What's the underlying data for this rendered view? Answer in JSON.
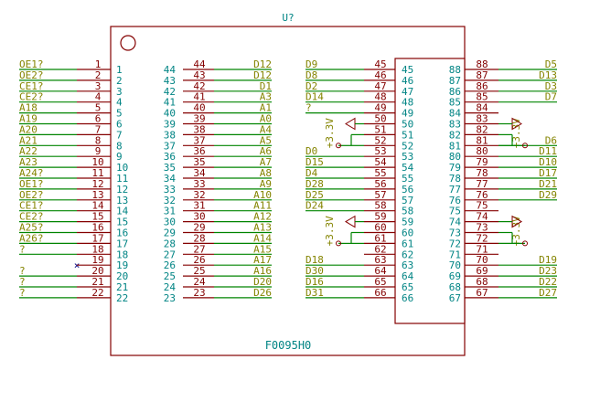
{
  "colors": {
    "wire": "#008400",
    "pin": "#840000",
    "net_label": "#848400",
    "pin_name": "#008484"
  },
  "header": {
    "ref": "U?",
    "value": "F0095H0"
  },
  "power_label": "+3.3V",
  "no_connect_symbol": "×",
  "groups": [
    {
      "nets": [
        "OE1?",
        "OE2?",
        "CE1?",
        "CE2?",
        "A18",
        "A19",
        "A20",
        "A21",
        "A22",
        "A23",
        "A24?",
        "OE1?",
        "OE2?",
        "CE1?",
        "CE2?",
        "A25?",
        "A26?",
        "?",
        "",
        "?",
        "?",
        "?"
      ],
      "pins": [
        "1",
        "2",
        "3",
        "4",
        "5",
        "6",
        "7",
        "8",
        "9",
        "10",
        "11",
        "12",
        "13",
        "14",
        "15",
        "16",
        "17",
        "18",
        "19",
        "20",
        "21",
        "22"
      ],
      "names": [
        "1",
        "2",
        "3",
        "4",
        "5",
        "6",
        "7",
        "8",
        "9",
        "10",
        "11",
        "12",
        "13",
        "14",
        "15",
        "16",
        "17",
        "18",
        "19",
        "20",
        "21",
        "22"
      ]
    },
    {
      "nets": [
        "D12",
        "D1",
        "A3",
        "A1",
        "A0",
        "A4",
        "A5",
        "A6",
        "A7",
        "A8",
        "A9",
        "A10",
        "A11",
        "A12",
        "A13",
        "A14",
        "A15",
        "A17",
        "A16",
        "D20",
        "D26"
      ],
      "pins": [
        "44",
        "43",
        "42",
        "41",
        "40",
        "39",
        "38",
        "37",
        "36",
        "35",
        "34",
        "33",
        "32",
        "31",
        "30",
        "29",
        "28",
        "27",
        "26",
        "25",
        "24",
        "23"
      ],
      "names": [
        "44",
        "43",
        "42",
        "41",
        "40",
        "39",
        "38",
        "37",
        "36",
        "35",
        "34",
        "33",
        "32",
        "31",
        "30",
        "29",
        "28",
        "27",
        "26",
        "25",
        "24",
        "23"
      ]
    },
    {
      "nets": [
        "D9",
        "D8",
        "D2",
        "D14",
        "?",
        "",
        "",
        "",
        "D0",
        "D15",
        "D4",
        "D28",
        "D25",
        "D24",
        "",
        "",
        "",
        "",
        "D18",
        "D30",
        "D16",
        "D31"
      ],
      "pins": [
        "45",
        "46",
        "47",
        "48",
        "49",
        "50",
        "51",
        "52",
        "53",
        "54",
        "55",
        "56",
        "57",
        "58",
        "59",
        "60",
        "61",
        "62",
        "63",
        "64",
        "65",
        "66"
      ],
      "names": [
        "45",
        "46",
        "47",
        "48",
        "49",
        "50",
        "51",
        "52",
        "53",
        "54",
        "55",
        "56",
        "57",
        "58",
        "59",
        "60",
        "61",
        "62",
        "63",
        "64",
        "65",
        "66"
      ]
    },
    {
      "nets": [
        "D5",
        "D13",
        "D3",
        "D7",
        "",
        "",
        "",
        "D6",
        "D11",
        "D10",
        "D17",
        "D21",
        "D29",
        "",
        "",
        "",
        "D19",
        "D23",
        "D22",
        "D27"
      ],
      "pins": [
        "88",
        "87",
        "86",
        "85",
        "84",
        "83",
        "82",
        "81",
        "80",
        "79",
        "78",
        "77",
        "76",
        "75",
        "74",
        "73",
        "72",
        "71",
        "70",
        "69",
        "68",
        "67"
      ],
      "names": [
        "88",
        "87",
        "86",
        "85",
        "84",
        "83",
        "82",
        "81",
        "80",
        "79",
        "78",
        "77",
        "76",
        "75",
        "74",
        "73",
        "72",
        "71",
        "70",
        "69",
        "68",
        "67"
      ]
    }
  ]
}
